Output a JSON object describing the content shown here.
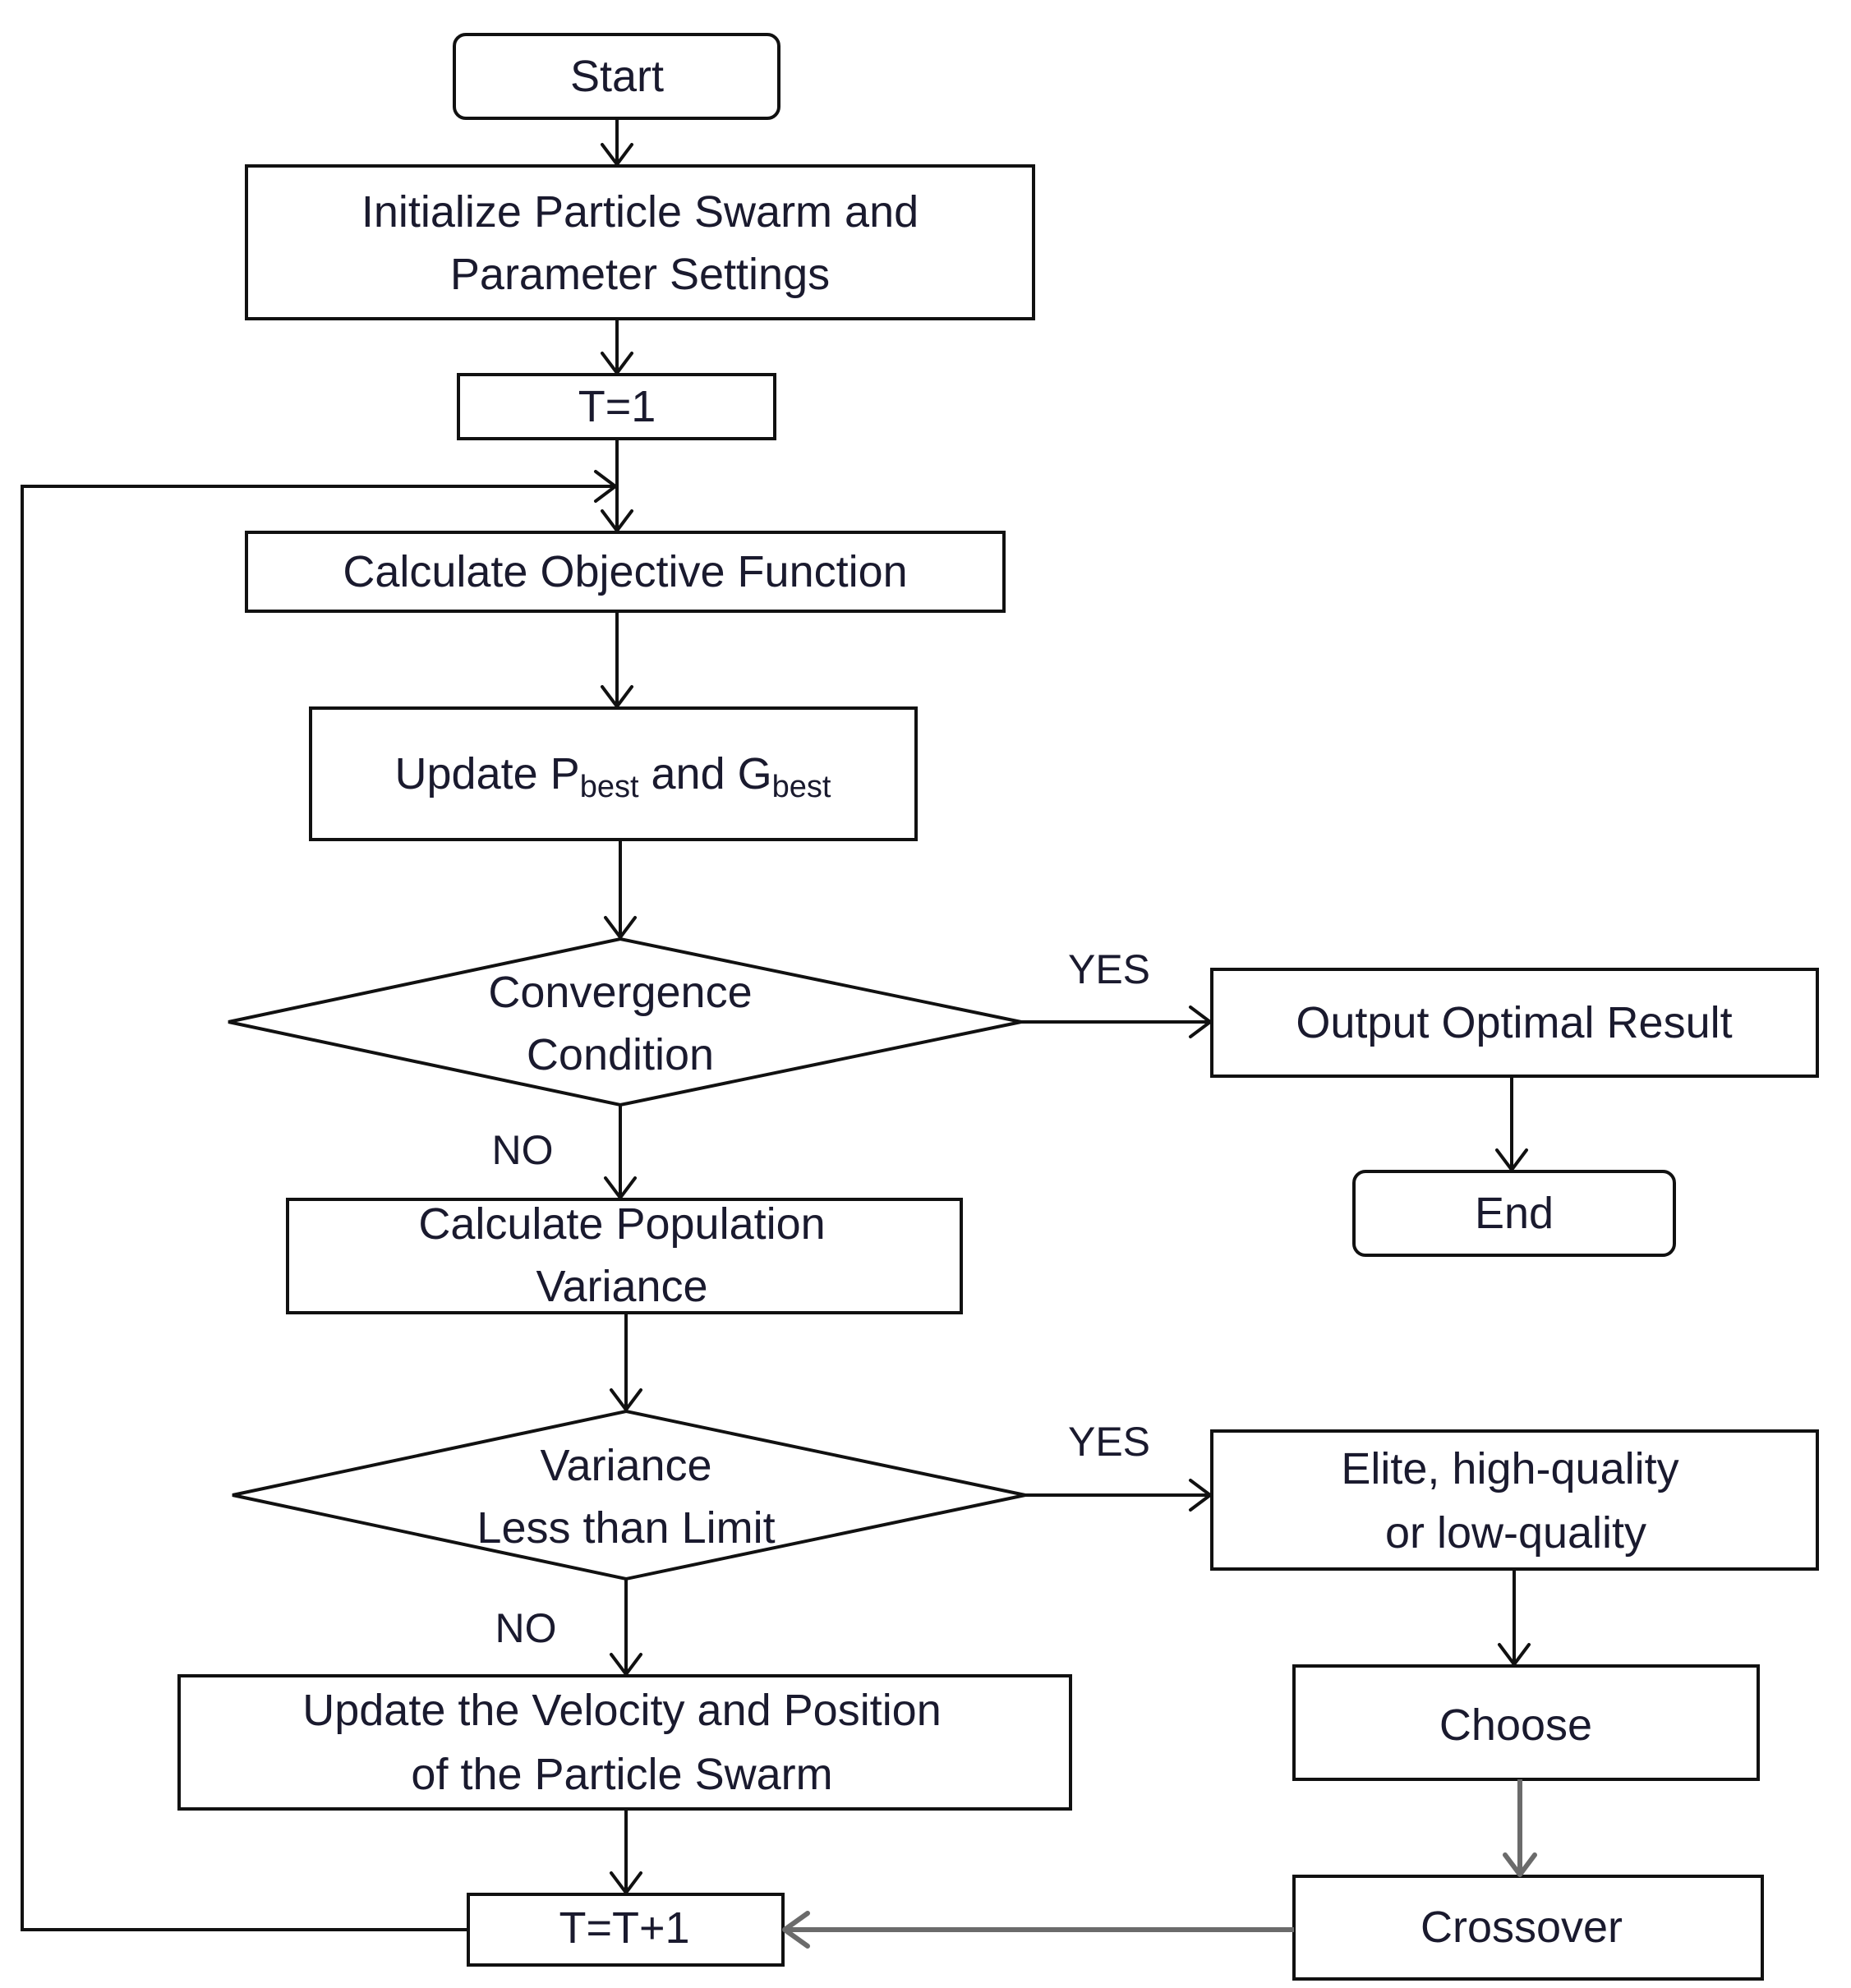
{
  "nodes": {
    "start": "Start",
    "init": [
      "Initialize Particle Swarm and",
      "Parameter Settings"
    ],
    "t_init": "T=1",
    "calc_objective": "Calculate Objective Function",
    "update_best": {
      "prefix": "Update P",
      "sub1": "best",
      "mid": " and G",
      "sub2": "best"
    },
    "convergence": [
      "Convergence",
      "Condition"
    ],
    "output": "Output Optimal Result",
    "end": "End",
    "calc_variance": [
      "Calculate Population",
      "Variance"
    ],
    "variance_check": [
      "Variance",
      "Less than Limit"
    ],
    "elite": [
      "Elite, high-quality",
      "or  low-quality"
    ],
    "choose": "Choose",
    "crossover": "Crossover",
    "update_velocity": [
      "Update the Velocity and Position",
      "of the Particle Swarm"
    ],
    "t_increment": "T=T+1"
  },
  "branches": {
    "convergence_yes": "YES",
    "convergence_no": "NO",
    "variance_yes": "YES",
    "variance_no": "NO"
  },
  "colors": {
    "line": "#111111",
    "crossover_return_line": "#6b6b6b",
    "text": "#1a1a2e"
  }
}
